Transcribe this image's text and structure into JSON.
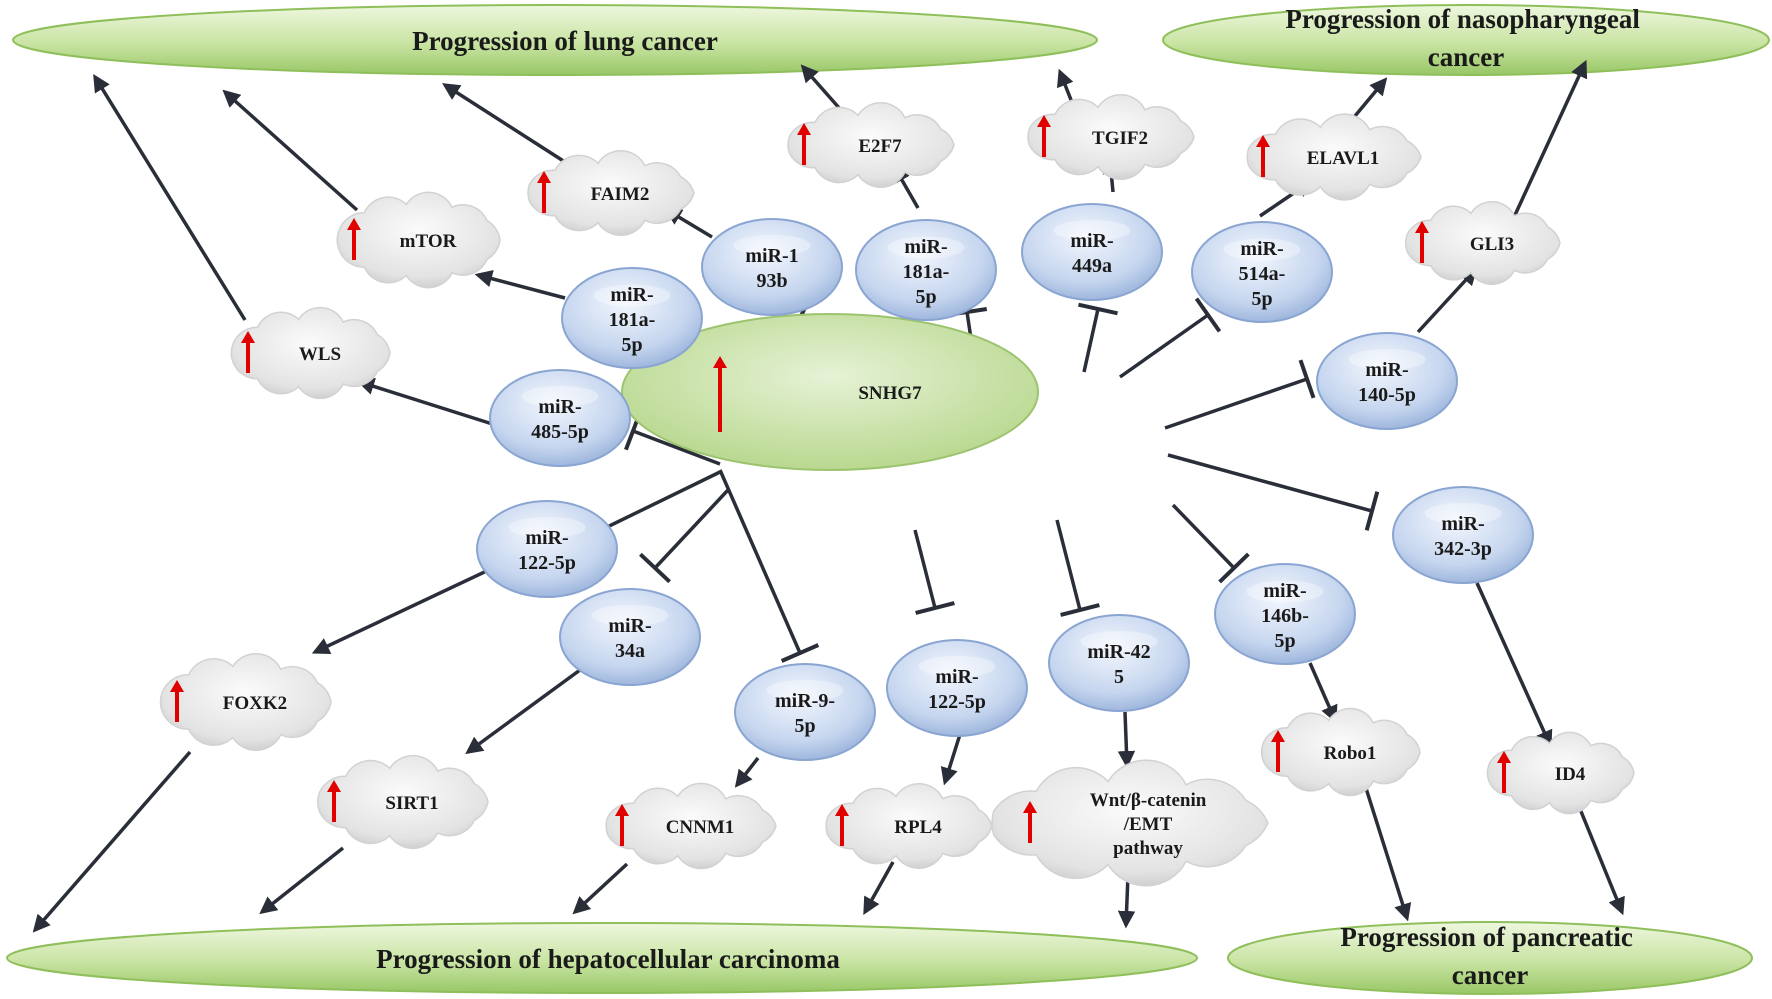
{
  "hub": {
    "label": "SNHG7",
    "regulation": "up"
  },
  "diseases": [
    {
      "id": "lung",
      "label": "Progression of lung cancer"
    },
    {
      "id": "npc",
      "label": "Progression of nasopharyngeal cancer"
    },
    {
      "id": "hcc",
      "label": "Progression of hepatocellular carcinoma"
    },
    {
      "id": "pancreatic",
      "label": "Progression of pancreatic cancer"
    }
  ],
  "mirnas": [
    {
      "id": "mir485",
      "label": "miR-485-5p"
    },
    {
      "id": "mir181a_l",
      "label": "miR-181a-5p"
    },
    {
      "id": "mir193b",
      "label": "miR-193b"
    },
    {
      "id": "mir181a_u",
      "label": "miR-181a-5p"
    },
    {
      "id": "mir449a",
      "label": "miR-449a"
    },
    {
      "id": "mir514a",
      "label": "miR-514a-5p"
    },
    {
      "id": "mir140",
      "label": "miR-140-5p"
    },
    {
      "id": "mir342",
      "label": "miR-342-3p"
    },
    {
      "id": "mir146b",
      "label": "miR-146b-5p"
    },
    {
      "id": "mir425",
      "label": "miR-425"
    },
    {
      "id": "mir122_b",
      "label": "miR-122-5p"
    },
    {
      "id": "mir9",
      "label": "miR-9-5p"
    },
    {
      "id": "mir34a",
      "label": "miR-34a"
    },
    {
      "id": "mir122_l",
      "label": "miR-122-5p"
    }
  ],
  "targets": [
    {
      "id": "wls",
      "label": "WLS",
      "regulation": "up"
    },
    {
      "id": "mtor",
      "label": "mTOR",
      "regulation": "up"
    },
    {
      "id": "faim2",
      "label": "FAIM2",
      "regulation": "up"
    },
    {
      "id": "e2f7",
      "label": "E2F7",
      "regulation": "up"
    },
    {
      "id": "tgif2",
      "label": "TGIF2",
      "regulation": "up"
    },
    {
      "id": "elavl1",
      "label": "ELAVL1",
      "regulation": "up"
    },
    {
      "id": "gli3",
      "label": "GLI3",
      "regulation": "up"
    },
    {
      "id": "foxk2",
      "label": "FOXK2",
      "regulation": "up"
    },
    {
      "id": "sirt1",
      "label": "SIRT1",
      "regulation": "up"
    },
    {
      "id": "cnnm1",
      "label": "CNNM1",
      "regulation": "up"
    },
    {
      "id": "rpl4",
      "label": "RPL4",
      "regulation": "up"
    },
    {
      "id": "wnt",
      "label": "Wnt/β-catenin /EMT pathway",
      "regulation": "up"
    },
    {
      "id": "robo1",
      "label": "Robo1",
      "regulation": "up"
    },
    {
      "id": "id4",
      "label": "ID4",
      "regulation": "up"
    }
  ],
  "colors": {
    "disease_fill": "#c7e3a0",
    "hub_fill": "#cfe6b0",
    "mirna_fill": "#c3d4ee",
    "cloud_fill": "#e2e2e2",
    "arrow": "#2a2e38",
    "up_arrow": "#e00000"
  }
}
